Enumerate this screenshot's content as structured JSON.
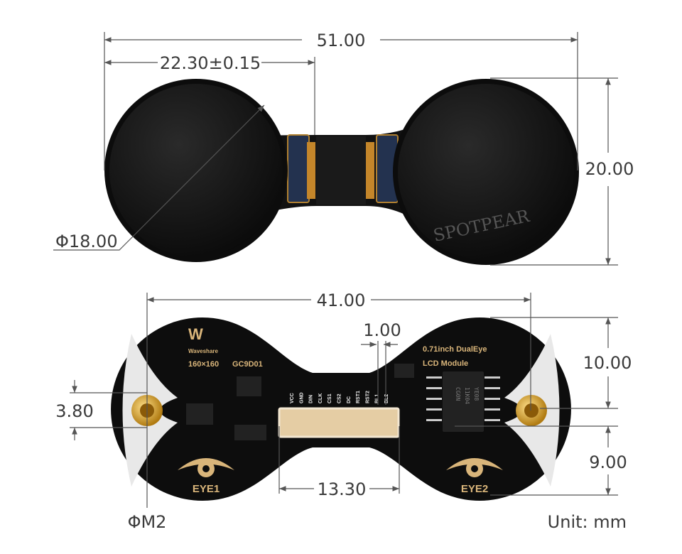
{
  "dimensions": {
    "total_width": "51.00",
    "display_pitch": "22.30±0.15",
    "display_height": "20.00",
    "display_diameter": "Φ18.00",
    "hole_spacing": "41.00",
    "pin_pitch": "1.00",
    "top_to_hole": "10.00",
    "hole_to_bottom": "9.00",
    "hole_offset": "3.80",
    "connector_width": "13.30",
    "hole_type": "ΦM2",
    "unit": "Unit: mm"
  },
  "watermark": "SPOTPEAR",
  "pcb": {
    "brand": "Waveshare",
    "resolution": "160×160",
    "driver": "GC9D01",
    "title_line1": "0.71inch DualEye",
    "title_line2": "LCD Module",
    "eye_left": "EYE1",
    "eye_right": "EYE2",
    "chip_text": [
      "YE08",
      "11K04",
      "CG0N"
    ],
    "pins": [
      "VCC",
      "GND",
      "DIN",
      "CLK",
      "CS1",
      "CS2",
      "DC",
      "RST1",
      "RST2",
      "BL1",
      "BL2"
    ]
  }
}
